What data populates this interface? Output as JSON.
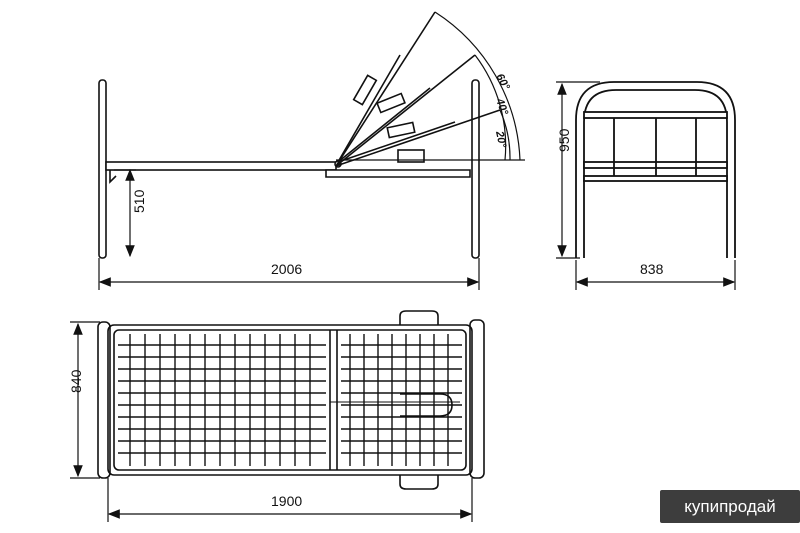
{
  "dimensions": {
    "total_length": "2006",
    "mattress_height": "510",
    "headboard_height": "950",
    "headboard_width": "838",
    "plan_width": "840",
    "plan_length": "1900"
  },
  "angles": [
    "60°",
    "40°",
    "20°"
  ],
  "watermark": "купипродай",
  "colors": {
    "line": "#111111",
    "badge_bg": "#3d3d3d",
    "badge_text": "#ffffff"
  }
}
